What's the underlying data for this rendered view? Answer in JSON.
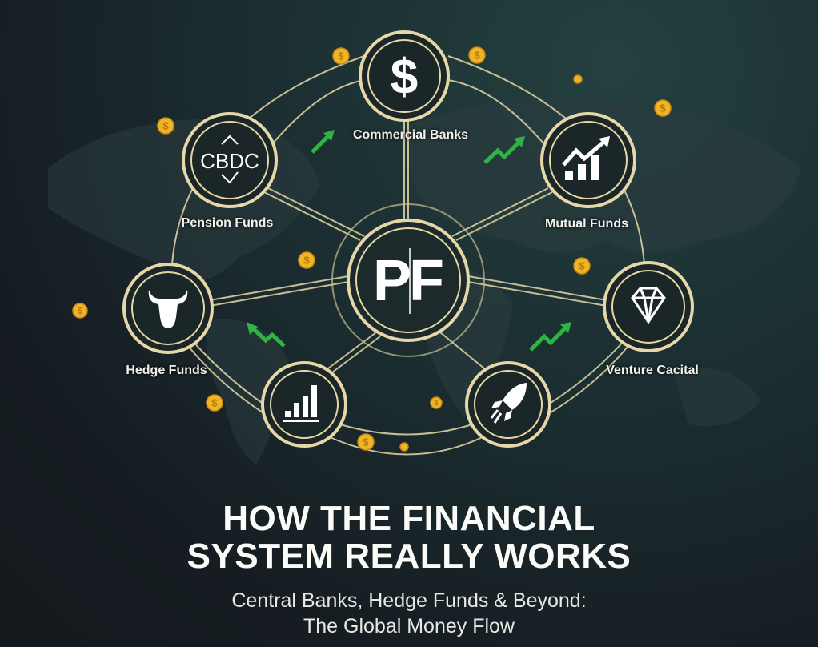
{
  "nodes": {
    "top": {
      "label": "Commercial Banks",
      "icon": "dollar-icon",
      "glyph": "$"
    },
    "top_left": {
      "label": "Pension Funds",
      "icon": "cbdc-icon",
      "glyph": "CBDC"
    },
    "top_right": {
      "label": "Mutual Funds",
      "icon": "growth-chart-icon"
    },
    "center": {
      "glyph_left": "P",
      "glyph_right": "F",
      "icon": "pf-logo-icon"
    },
    "left": {
      "label": "Hedge Funds",
      "icon": "bull-icon"
    },
    "right": {
      "label": "Venture Cacital",
      "icon": "diamond-icon"
    },
    "bottom_left": {
      "icon": "bar-chart-icon"
    },
    "bottom_right": {
      "icon": "rocket-icon"
    }
  },
  "title": {
    "line1": "HOW THE FINANCIAL",
    "line2": "SYSTEM REALLY WORKS"
  },
  "subtitle": {
    "line1": "Central Banks, Hedge Funds & Beyond:",
    "line2": "The Global Money Flow"
  },
  "coin_glyph": "$",
  "colors": {
    "ring": "#e6d7a8",
    "coin": "#f0b429",
    "arrow": "#2fb344",
    "bg": "#1b2e31"
  }
}
